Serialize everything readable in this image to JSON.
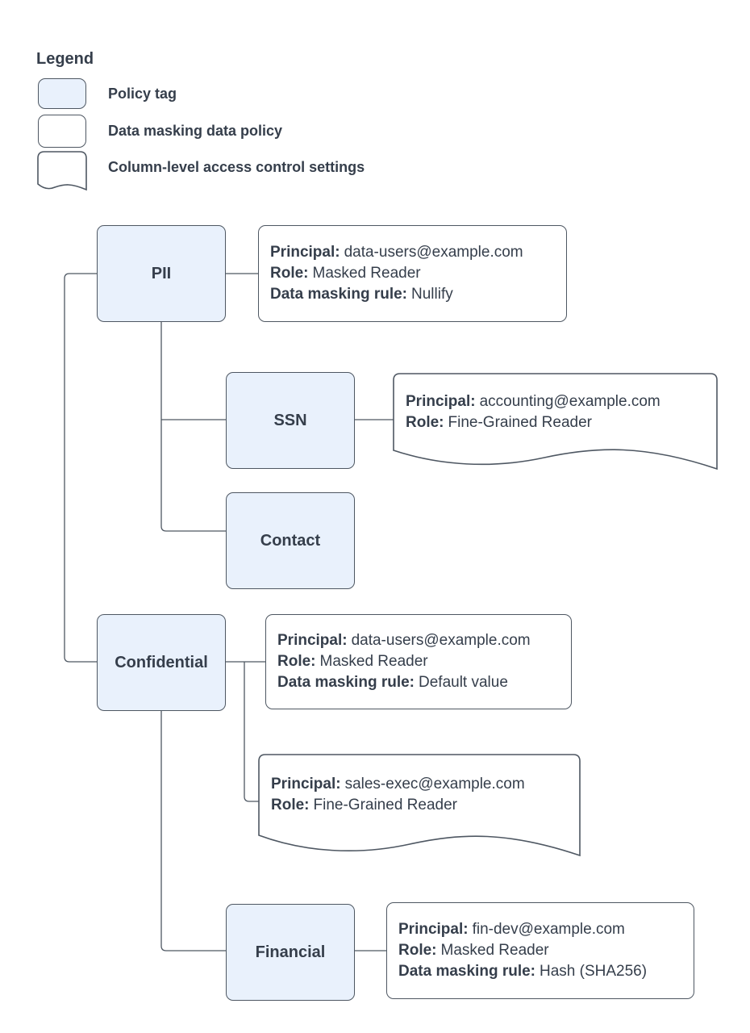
{
  "legend": {
    "title": "Legend",
    "items": [
      {
        "label": "Policy tag"
      },
      {
        "label": "Data masking data policy"
      },
      {
        "label": "Column-level access control settings"
      }
    ]
  },
  "nodes": {
    "pii": "PII",
    "ssn": "SSN",
    "contact": "Contact",
    "confidential": "Confidential",
    "financial": "Financial"
  },
  "policies": {
    "pii_masking": {
      "lines": [
        {
          "label": "Principal:",
          "value": "data-users@example.com"
        },
        {
          "label": "Role:",
          "value": "Masked Reader"
        },
        {
          "label": "Data masking rule:",
          "value": "Nullify"
        }
      ]
    },
    "ssn_access": {
      "lines": [
        {
          "label": "Principal:",
          "value": "accounting@example.com"
        },
        {
          "label": "Role:",
          "value": "Fine-Grained Reader"
        }
      ]
    },
    "confidential_masking": {
      "lines": [
        {
          "label": "Principal:",
          "value": "data-users@example.com"
        },
        {
          "label": "Role:",
          "value": "Masked Reader"
        },
        {
          "label": "Data masking rule:",
          "value": "Default value"
        }
      ]
    },
    "confidential_access": {
      "lines": [
        {
          "label": "Principal:",
          "value": "sales-exec@example.com"
        },
        {
          "label": "Role:",
          "value": "Fine-Grained Reader"
        }
      ]
    },
    "financial_masking": {
      "lines": [
        {
          "label": "Principal:",
          "value": "fin-dev@example.com"
        },
        {
          "label": "Role:",
          "value": "Masked Reader"
        },
        {
          "label": "Data masking rule:",
          "value": "Hash (SHA256)"
        }
      ]
    }
  },
  "colors": {
    "policy_tag_fill": "#E9F1FC",
    "shape_border": "#4E5762",
    "text": "#353E4B",
    "background": "#FFFFFF"
  }
}
